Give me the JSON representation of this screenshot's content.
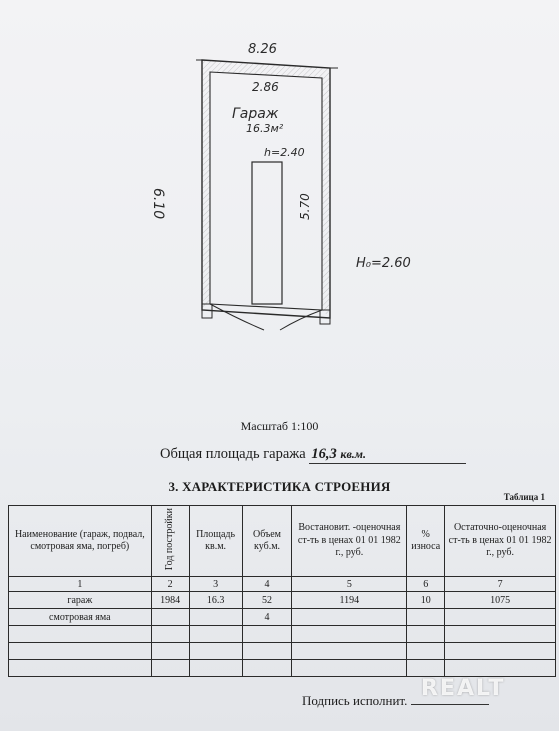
{
  "plan": {
    "outer_width": "8.26",
    "inner_width": "2.86",
    "room_name": "Гараж",
    "room_area": "16.3м²",
    "room_height": "h=2.40",
    "outer_length": "6.10",
    "inner_length": "5.70",
    "outer_height": "H₀=2.60"
  },
  "scale": "Масштаб 1:100",
  "area": {
    "label": "Общая площадь гаража",
    "value": "16,3",
    "unit": "кв.м."
  },
  "section_title": "3. ХАРАКТЕРИСТИКА СТРОЕНИЯ",
  "table_label": "Таблица 1",
  "table": {
    "headers": [
      "Наименование (гараж, подвал, смотровая яма, погреб)",
      "Год постройки",
      "Площадь кв.м.",
      "Объем куб.м.",
      "Востановит. -оценочная ст-ть в ценах 01 01 1982 г., руб.",
      "% износа",
      "Остаточно-оценочная ст-ть в ценах 01 01 1982 г., руб."
    ],
    "numbers": [
      "1",
      "2",
      "3",
      "4",
      "5",
      "6",
      "7"
    ],
    "rows": [
      [
        "гараж",
        "1984",
        "16.3",
        "52",
        "1194",
        "10",
        "1075"
      ],
      [
        "смотровая яма",
        "",
        "",
        "4",
        "",
        "",
        ""
      ],
      [
        "",
        "",
        "",
        "",
        "",
        "",
        ""
      ],
      [
        "",
        "",
        "",
        "",
        "",
        "",
        ""
      ],
      [
        "",
        "",
        "",
        "",
        "",
        "",
        ""
      ]
    ]
  },
  "signature_label": "Подпись исполнит.",
  "watermark": "REALT",
  "colors": {
    "paper": "#eceef1",
    "ink": "#1c1c1c",
    "pencil": "#2a2a2a"
  }
}
